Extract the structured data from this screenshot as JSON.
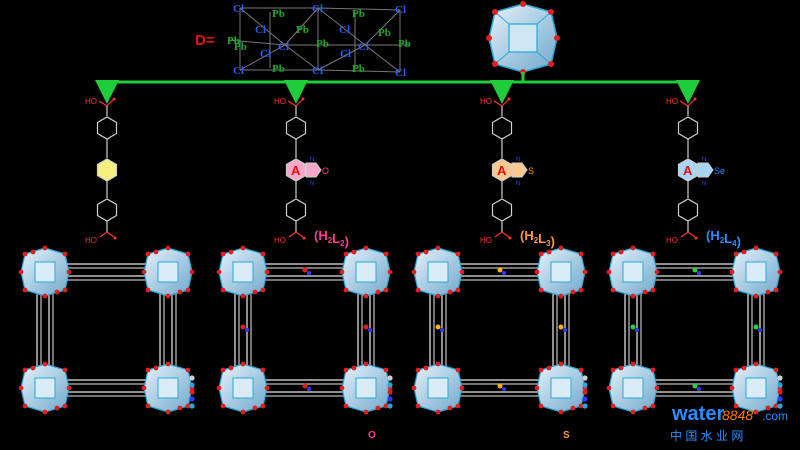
{
  "cluster": {
    "label": "D=",
    "atoms": {
      "cl": "Cl",
      "pb": "Pb"
    },
    "colors": {
      "cl": "#2a5cff",
      "pb": "#1fa82a",
      "label": "#e01010"
    }
  },
  "arrow_color": "#1fcc3a",
  "linkers": [
    {
      "id": "L1",
      "cooh_top": "HO",
      "cooh_bottom": "HO",
      "center_ring": "",
      "hetero_ring": "",
      "name": "",
      "ring_fill": "#f5f080",
      "name_color": "#ffffff"
    },
    {
      "id": "L2",
      "cooh_top": "HO",
      "cooh_bottom": "HO",
      "center_ring": "A",
      "hetero_ring": "O",
      "name_main": "(H",
      "name_sub1": "2",
      "name_mid": "L",
      "name_sub2": "2",
      "name_end": ")",
      "ring_fill": "#f7a8c8",
      "name_color": "#ff3b8d"
    },
    {
      "id": "L3",
      "cooh_top": "HO",
      "cooh_bottom": "HO",
      "center_ring": "A",
      "hetero_ring": "S",
      "name_main": "(H",
      "name_sub1": "2",
      "name_mid": "L",
      "name_sub2": "3",
      "name_end": ")",
      "ring_fill": "#f8c890",
      "name_color": "#ff9a3c"
    },
    {
      "id": "L4",
      "cooh_top": "HO",
      "cooh_bottom": "HO",
      "center_ring": "A",
      "hetero_ring": "Se",
      "name_main": "(H",
      "name_sub1": "2",
      "name_mid": "L",
      "name_sub2": "4",
      "name_end": ")",
      "ring_fill": "#a8d4f5",
      "name_color": "#2f8cff"
    }
  ],
  "frameworks": [
    {
      "id": "F1",
      "guest": "",
      "guest_color": ""
    },
    {
      "id": "F2",
      "guest": "O",
      "guest_color": "#ff3b8d"
    },
    {
      "id": "F3",
      "guest": "S",
      "guest_color": "#ff9a3c"
    },
    {
      "id": "F4",
      "guest": "",
      "guest_color": ""
    }
  ],
  "watermark": {
    "word": "water",
    "number": "8848",
    "tld": ".com",
    "cn": "中 国 水 业 网",
    "colors": {
      "word": "#2a8cff",
      "number": "#ff7a00",
      "cn": "#2a8cff"
    }
  }
}
